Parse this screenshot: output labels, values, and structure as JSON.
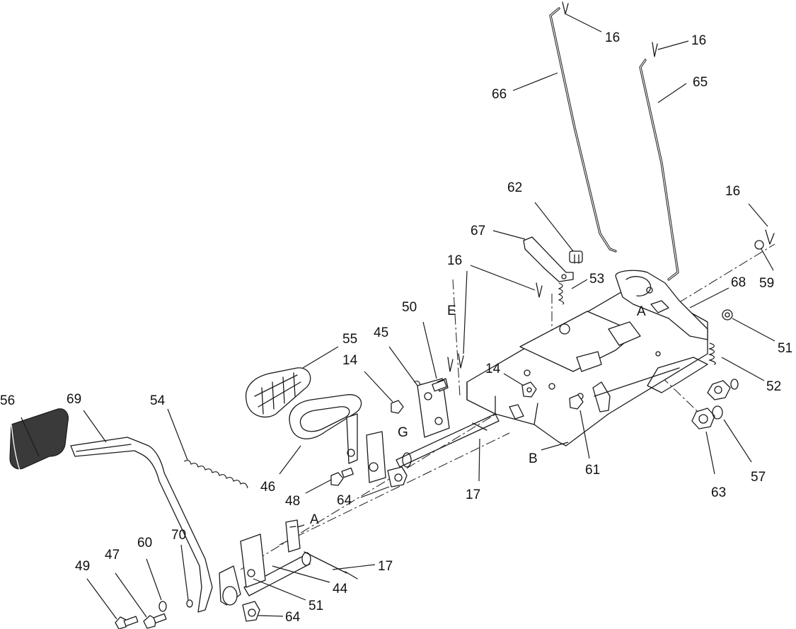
{
  "callouts": [
    "16",
    "16",
    "66",
    "65",
    "62",
    "67",
    "16",
    "53",
    "16",
    "59",
    "68",
    "A",
    "51",
    "52",
    "50",
    "E",
    "45",
    "55",
    "14",
    "14",
    "G",
    "56",
    "69",
    "54",
    "46",
    "48",
    "64",
    "17",
    "B",
    "61",
    "63",
    "57",
    "A",
    "49",
    "47",
    "60",
    "70",
    "51",
    "44",
    "17",
    "64"
  ]
}
